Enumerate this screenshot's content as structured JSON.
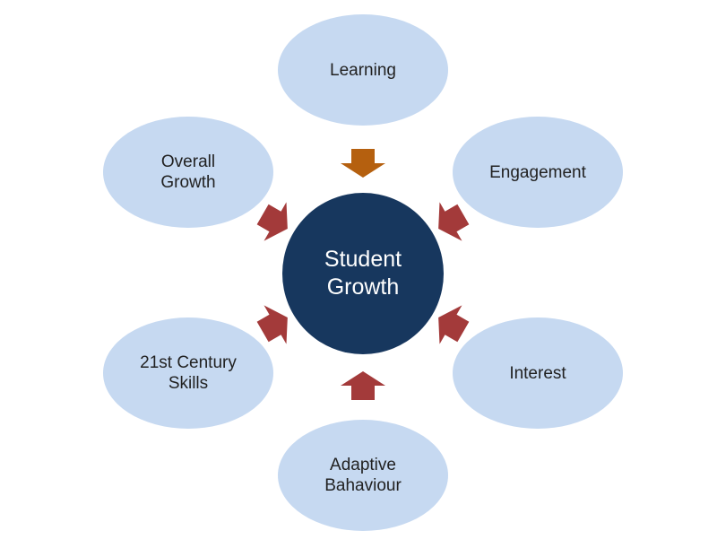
{
  "center": {
    "label": "Student\nGrowth",
    "color": "#17375e"
  },
  "nodes": [
    {
      "label": "Learning"
    },
    {
      "label": "Engagement"
    },
    {
      "label": "Interest"
    },
    {
      "label": "Adaptive\nBahaviour"
    },
    {
      "label": "21st Century\nSkills"
    },
    {
      "label": "Overall\nGrowth"
    }
  ],
  "colors": {
    "node_fill": "#c6d9f1",
    "arrow_top": "#b5600f",
    "arrow": "#a33a3a"
  }
}
